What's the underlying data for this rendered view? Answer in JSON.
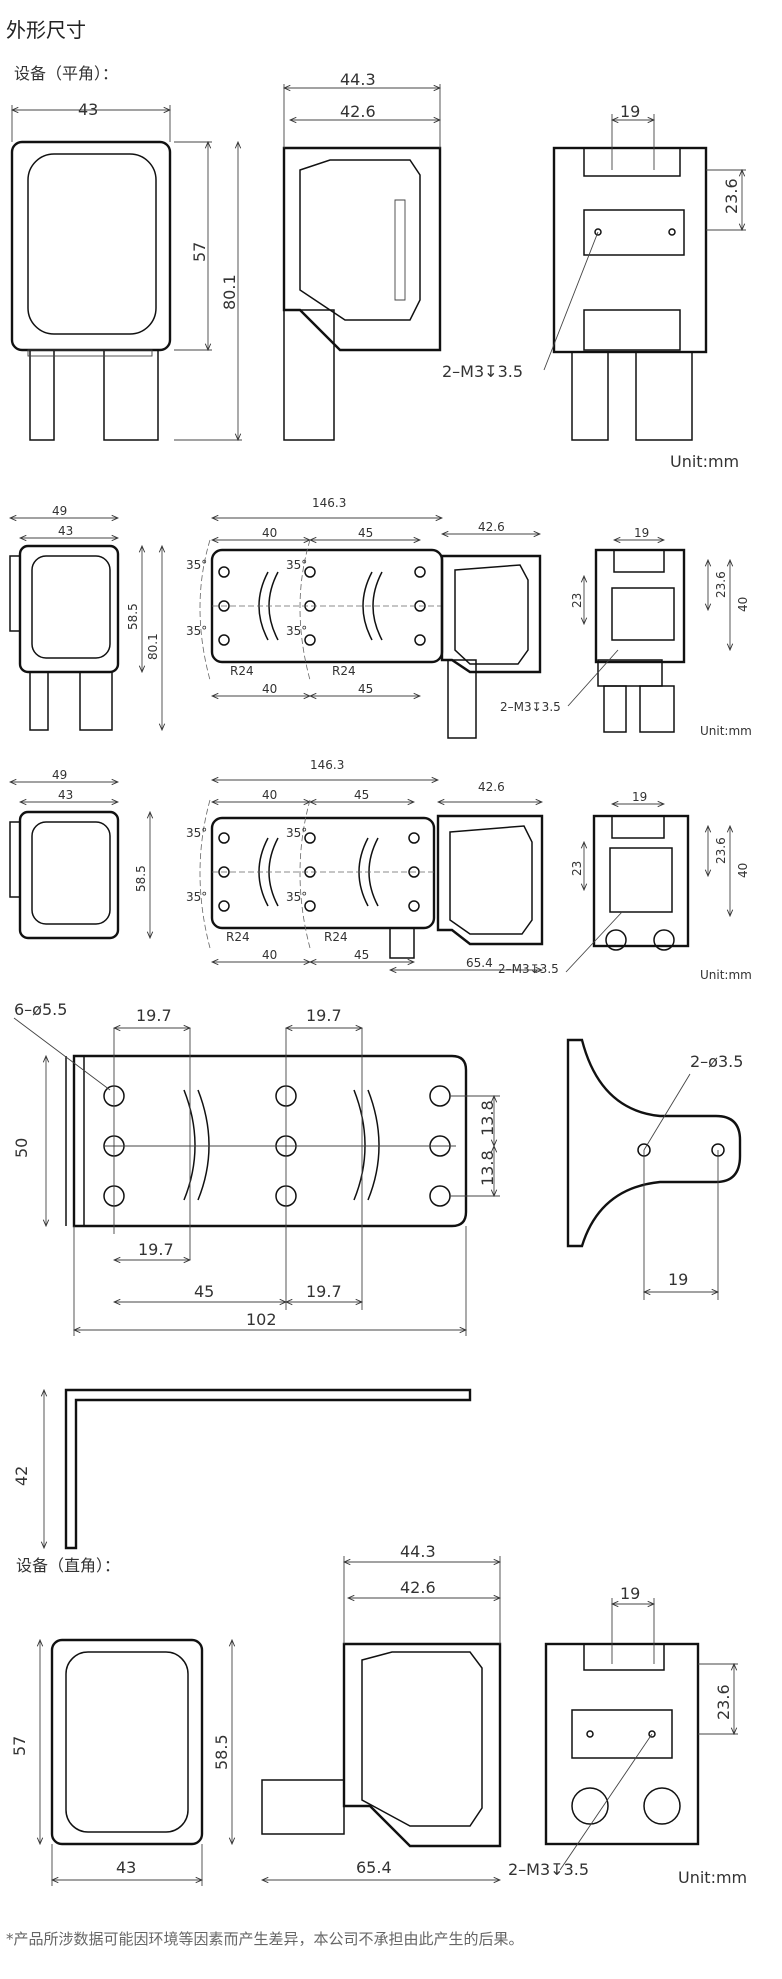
{
  "page": {
    "title": "外形尺寸",
    "section_flat": "设备（平角）：",
    "section_right": "设备（直角）：",
    "footnote": "*产品所涉数据可能因环境等因素而产生差异，本公司不承担由此产生的后果。",
    "unit": "Unit:mm"
  },
  "view1": {
    "front_width": "43",
    "front_height": "57",
    "total_height": "80.1",
    "side_width_outer": "44.3",
    "side_width_inner": "42.6",
    "back_width": "19",
    "back_height": "23.6",
    "screw": "2–M3↧3.5"
  },
  "view2": {
    "w49": "49",
    "w43": "43",
    "h585": "58.5",
    "h801": "80.1",
    "total": "146.3",
    "s40": "40",
    "s45": "45",
    "s426": "42.6",
    "angle": "35°",
    "radius": "R24",
    "b19": "19",
    "b23": "23",
    "b236": "23.6",
    "b40": "40",
    "screw": "2–M3↧3.5"
  },
  "view3": {
    "w49": "49",
    "w43": "43",
    "h585": "58.5",
    "total": "146.3",
    "s40": "40",
    "s45": "45",
    "s426": "42.6",
    "s654": "65.4",
    "angle": "35°",
    "radius": "R24",
    "b19": "19",
    "b23": "23",
    "b236": "23.6",
    "b40": "40",
    "screw": "2–M3↧3.5"
  },
  "bracket": {
    "holes": "6–ø5.5",
    "d197a": "19.7",
    "d197b": "19.7",
    "d197c": "19.7",
    "d197d": "19.7",
    "h50": "50",
    "d138a": "13.8",
    "d138b": "13.8",
    "d45": "45",
    "d102": "102",
    "side_holes": "2–ø3.5",
    "side_19": "19",
    "h42": "42"
  },
  "view4": {
    "front_width": "43",
    "front_height": "57",
    "height585": "58.5",
    "side_outer": "44.3",
    "side_inner": "42.6",
    "side_total": "65.4",
    "back_width": "19",
    "back_height": "23.6",
    "screw": "2–M3↧3.5"
  }
}
